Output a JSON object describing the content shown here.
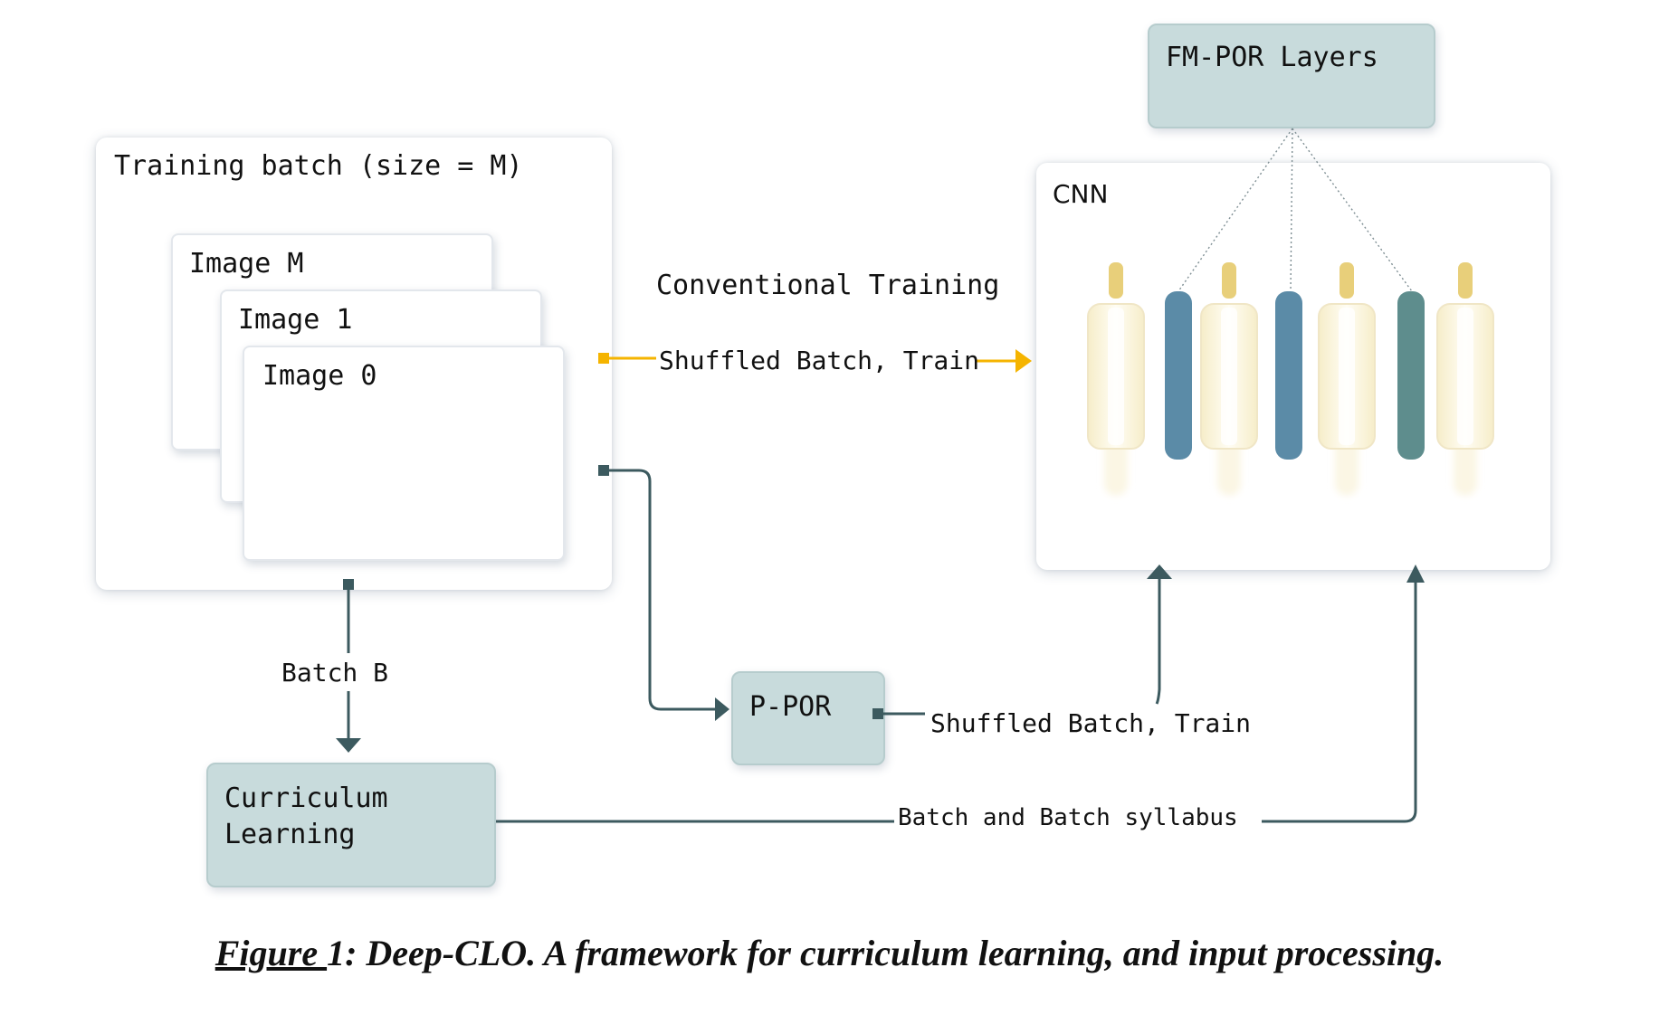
{
  "training_batch": {
    "title": "Training batch (size = M)",
    "images": [
      "Image M",
      "Image 1",
      "Image 0"
    ]
  },
  "cnn": {
    "label": "CNN"
  },
  "fm_por": {
    "label": "FM-POR Layers"
  },
  "p_por": {
    "label": "P-POR"
  },
  "curriculum": {
    "line1": "Curriculum",
    "line2": "Learning"
  },
  "edges": {
    "conventional_title": "Conventional Training",
    "conventional_label": "Shuffled Batch, Train",
    "batch_b": "Batch B",
    "ppor_label": "Shuffled Batch, Train",
    "syllabus_label": "Batch and Batch syllabus"
  },
  "caption": {
    "prefix": "Figure ",
    "rest": "1: Deep-CLO. A framework for curriculum learning, and input processing."
  },
  "colors": {
    "arrow_dark": "#3c5a5f",
    "arrow_yellow": "#f5b400",
    "layer_blue": "#5b8ba7",
    "layer_teal": "#5e8d8d",
    "layer_pale": "#f3ecd0",
    "layer_gold": "#e8cf7a",
    "box_teal": "#c8dbdc"
  },
  "icons": [
    "cnn-layer-icon",
    "arrow-head-icon"
  ]
}
